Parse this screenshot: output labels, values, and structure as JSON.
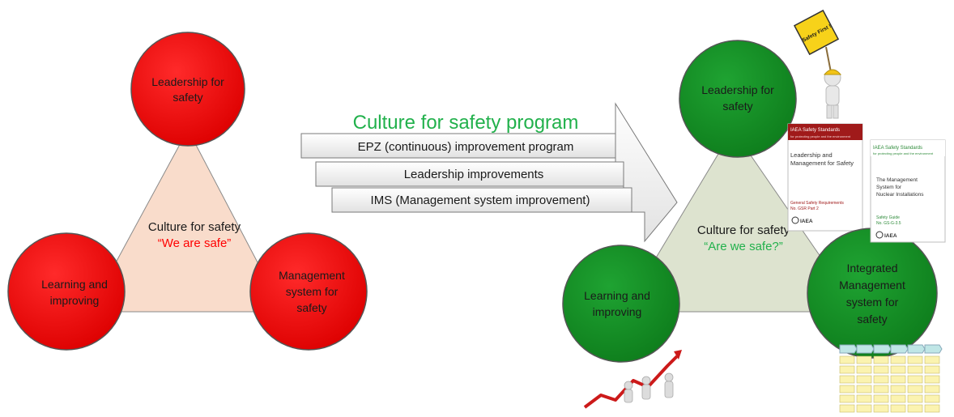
{
  "colors": {
    "red_fill": "#ee0000",
    "green_fill": "#118a22",
    "left_triangle_fill": "#f9dccb",
    "right_triangle_fill": "#dde3cf",
    "program_title": "#22b14c",
    "red_quote": "#ff0000",
    "green_quote": "#22b14c",
    "iaea_red": "#a01a1a",
    "iaea_green": "#2e8b3a"
  },
  "left_model": {
    "top_circle": "Leadership for safety",
    "left_circle": "Learning and improving",
    "right_circle": "Management system for safety",
    "center_title": "Culture for safety",
    "center_quote": "“We are safe”"
  },
  "program": {
    "title": "Culture for safety program",
    "items": [
      "EPZ (continuous) improvement program",
      "Leadership improvements",
      "IMS (Management system improvement)"
    ]
  },
  "right_model": {
    "top_circle": "Leadership for safety",
    "left_circle": "Learning and improving",
    "right_circle": "Integrated Management system for safety",
    "center_title": "Culture for safety",
    "center_quote": "“Are we safe?”"
  },
  "book1": {
    "series": "IAEA Safety Standards",
    "tagline": "for protecting people and the environment",
    "title": "Leadership and Management for Safety",
    "subtitle": "General Safety Requirements",
    "number": "No. GSR Part 2",
    "logo": "IAEA"
  },
  "book2": {
    "series": "IAEA Safety Standards",
    "tagline": "for protecting people and the environment",
    "title": "The Management System for Nuclear Installations",
    "subtitle": "Safety Guide",
    "number": "No. GS-G-3.5",
    "logo": "IAEA"
  },
  "sign": {
    "text": "Safety First !"
  },
  "icons": {
    "growth": "growth-chart-figures-icon",
    "matrix": "process-matrix-icon"
  }
}
